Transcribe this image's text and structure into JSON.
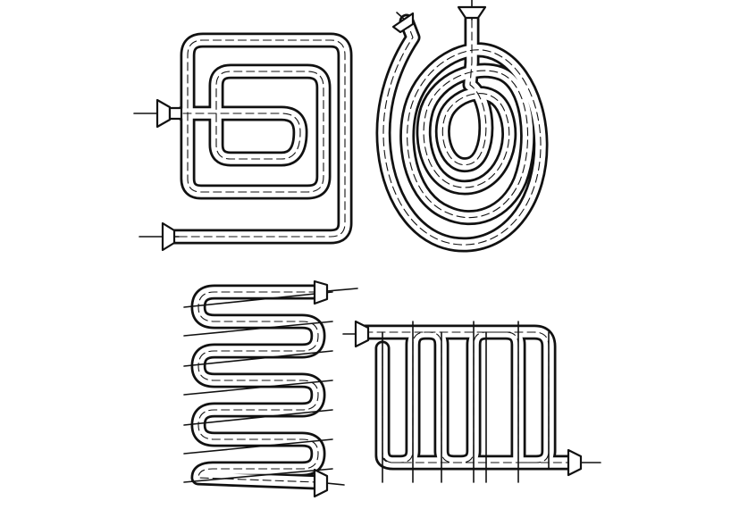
{
  "figure": {
    "panels": [
      {
        "id": "square-spiral",
        "shape": "rectangular spiral coil",
        "terminals": 2
      },
      {
        "id": "oval-spiral",
        "shape": "oval spiral coil",
        "terminals": 2
      },
      {
        "id": "helical-coil",
        "shape": "helical coil",
        "terminals": 2
      },
      {
        "id": "serpentine-grid",
        "shape": "serpentine tube grid",
        "terminals": 2
      }
    ],
    "line_color": "#111111",
    "background_color": "#ffffff"
  }
}
